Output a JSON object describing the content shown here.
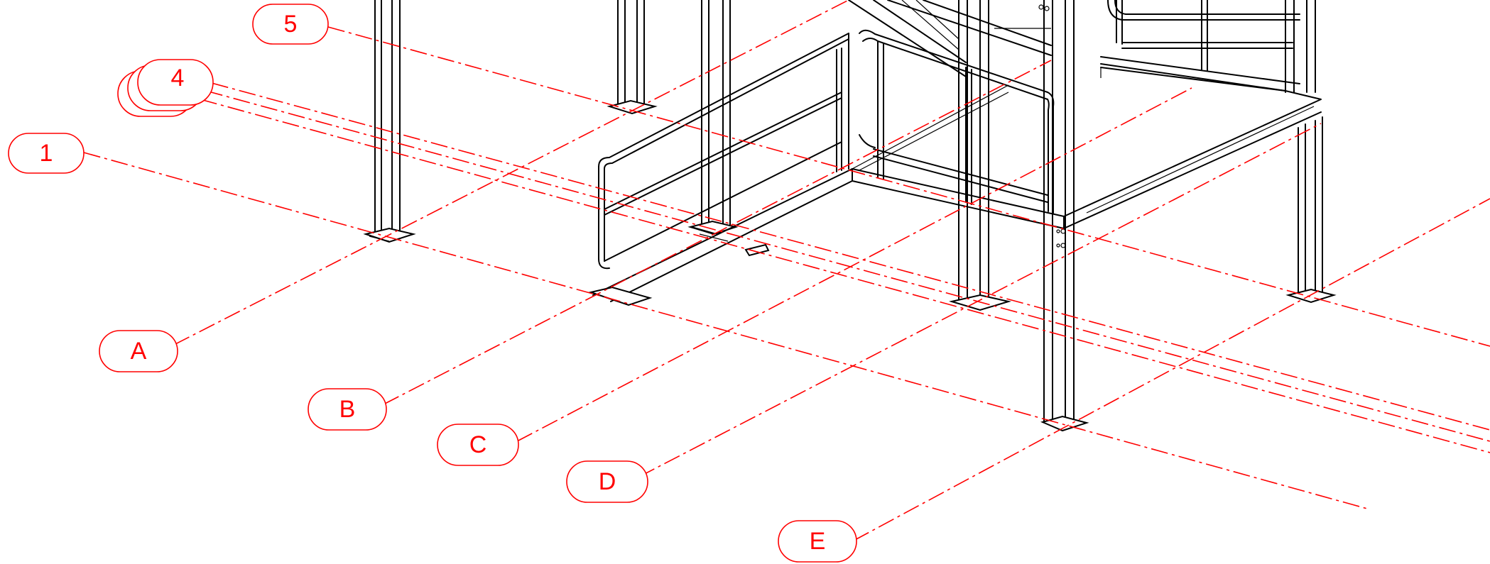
{
  "colors": {
    "grid": "#ff0000",
    "structure": "#000000",
    "background": "#ffffff"
  },
  "grid_labels": {
    "numbers": [
      "1",
      "2",
      "3",
      "4",
      "5"
    ],
    "letters": [
      "A",
      "B",
      "C",
      "D",
      "E"
    ]
  }
}
